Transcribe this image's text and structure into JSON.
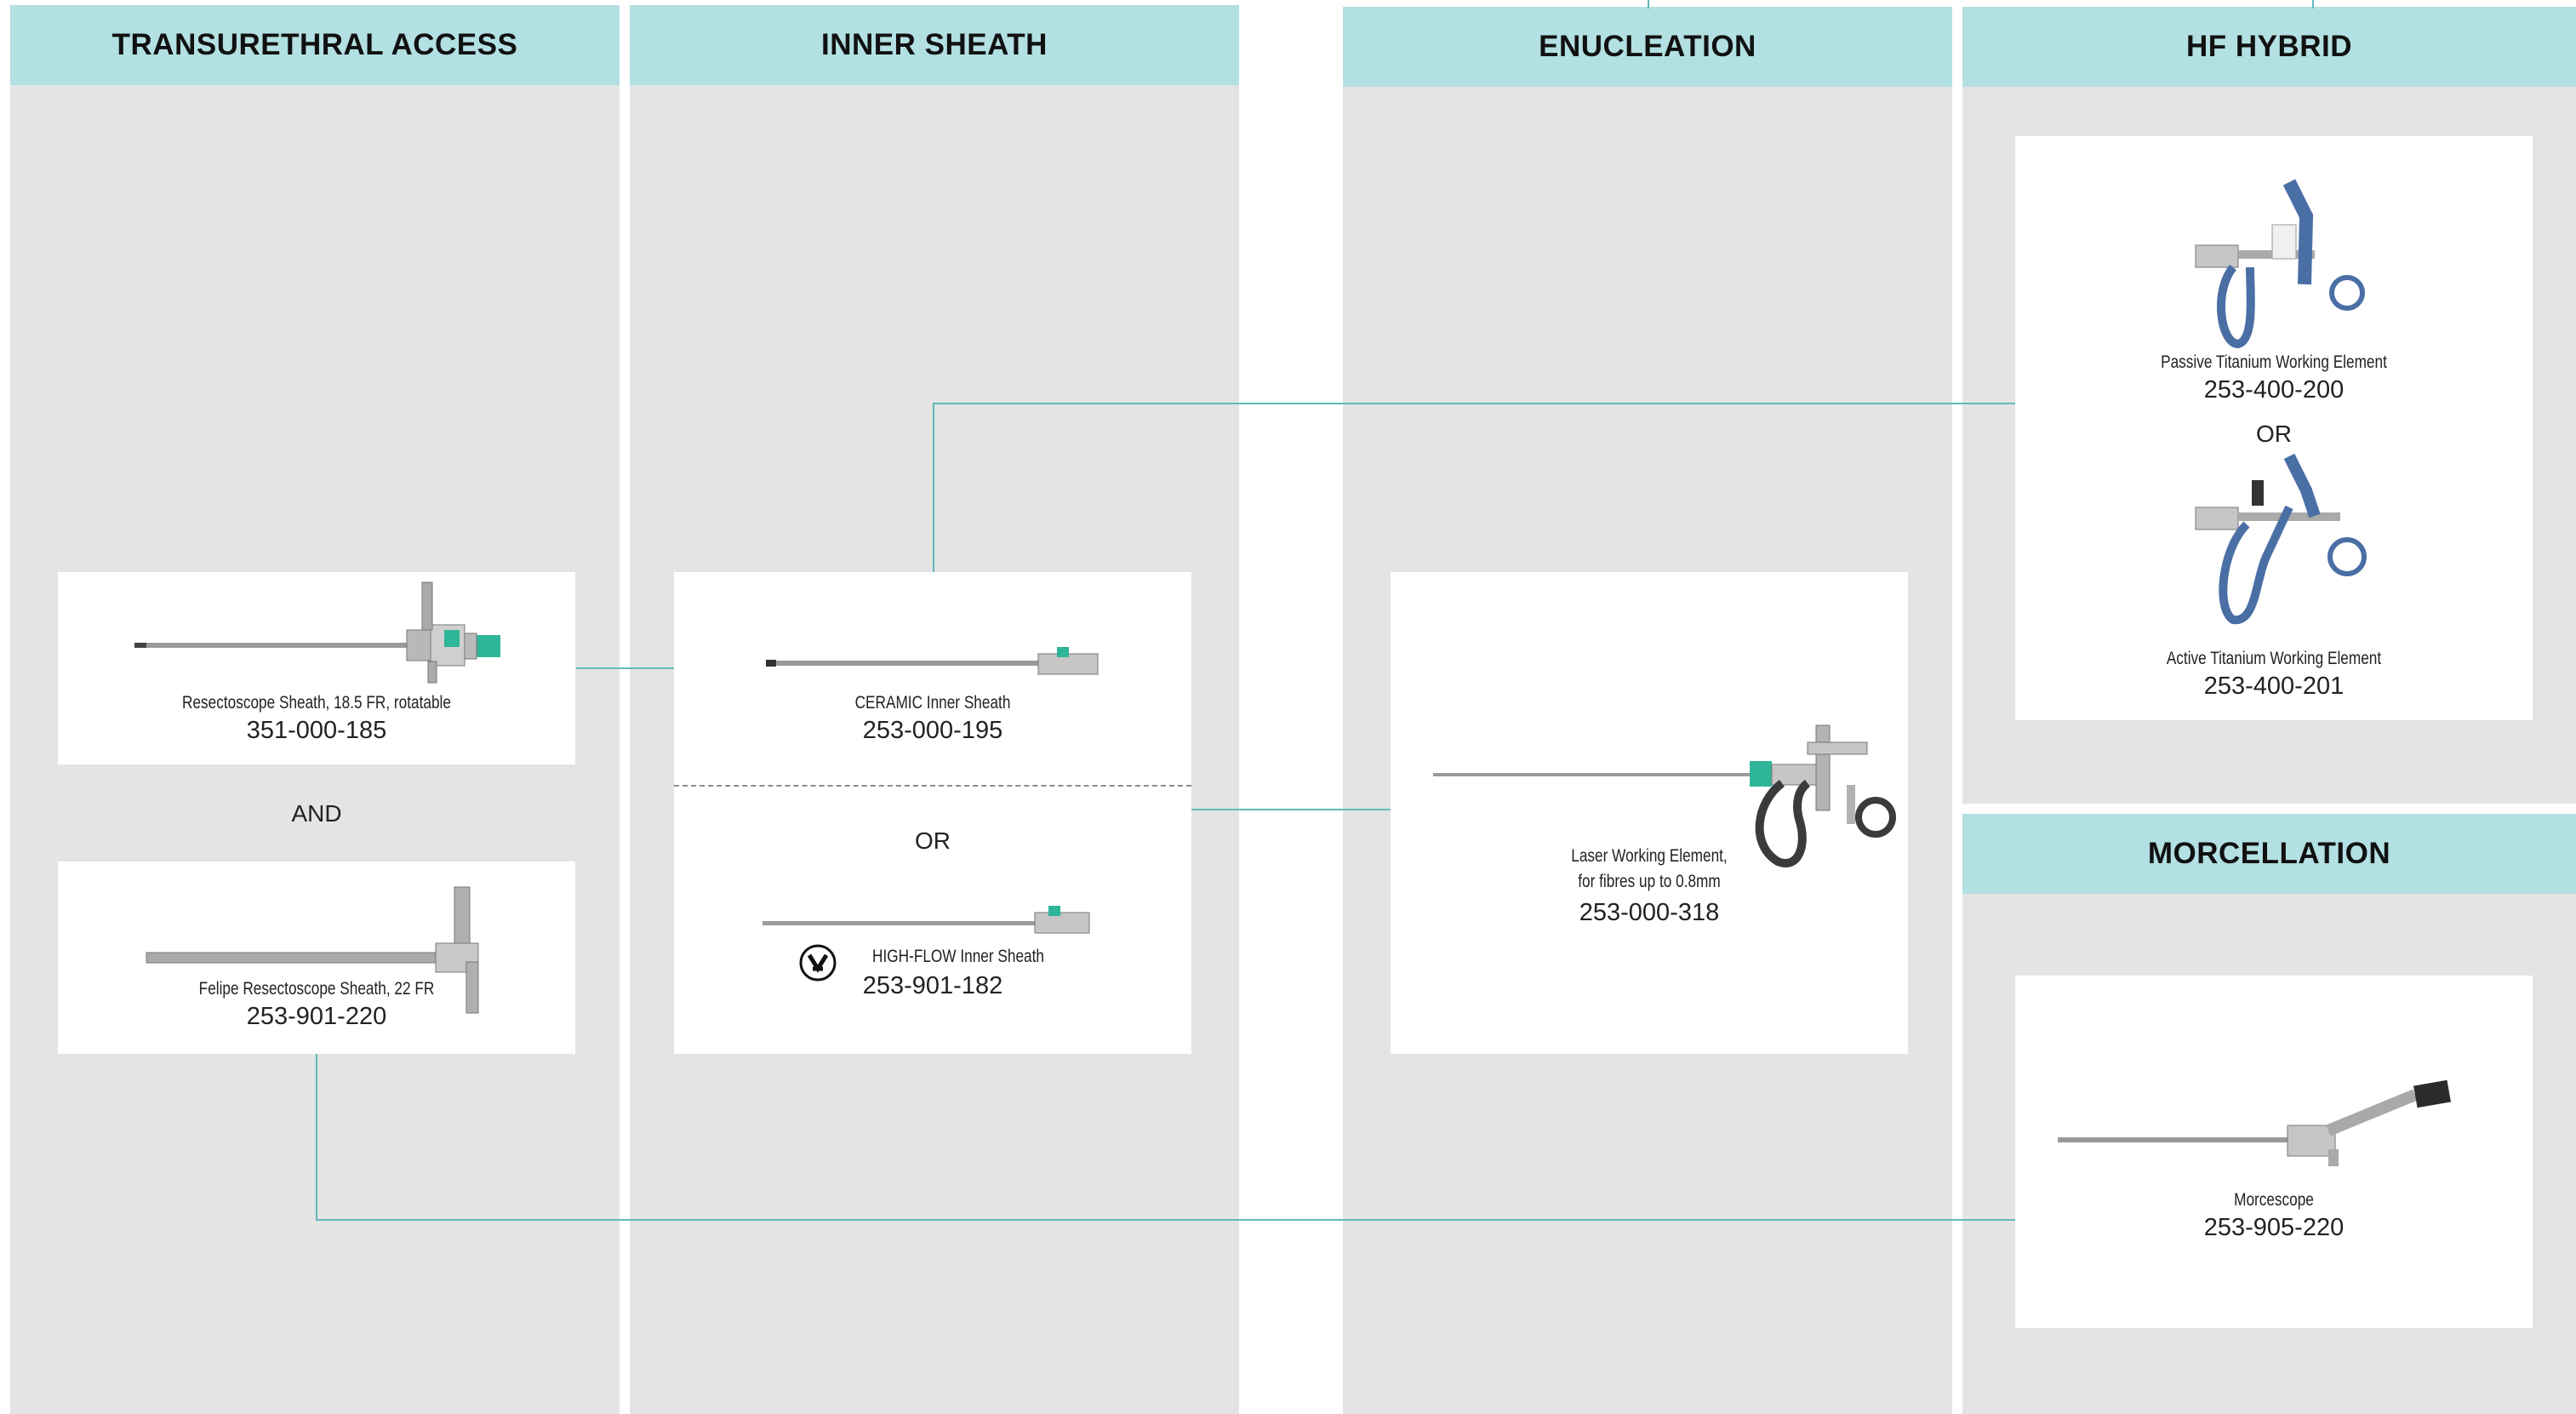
{
  "columns": {
    "transurethral_access": {
      "title": "TRANSURETHRAL ACCESS",
      "items": [
        {
          "name": "Resectoscope Sheath, 18.5 FR, rotatable",
          "code": "351-000-185"
        },
        {
          "name": "Felipe Resectoscope Sheath, 22 FR",
          "code": "253-901-220"
        }
      ],
      "joiner": "AND"
    },
    "inner_sheath": {
      "title": "INNER SHEATH",
      "items": [
        {
          "name": "CERAMIC Inner Sheath",
          "code": "253-000-195"
        },
        {
          "name": "HIGH-FLOW Inner Sheath",
          "code": "253-901-182"
        }
      ],
      "joiner": "OR"
    },
    "enucleation": {
      "title": "ENUCLEATION",
      "items": [
        {
          "name_line1": "Laser Working Element,",
          "name_line2": "for fibres up to 0.8mm",
          "code": "253-000-318"
        }
      ]
    },
    "hf_hybrid": {
      "title": "HF HYBRID",
      "items": [
        {
          "name": "Passive Titanium Working Element",
          "code": "253-400-200"
        },
        {
          "name": "Active Titanium Working Element",
          "code": "253-400-201"
        }
      ],
      "joiner": "OR"
    },
    "morcellation": {
      "title": "MORCELLATION",
      "items": [
        {
          "name": "Morcescope",
          "code": "253-905-220"
        }
      ]
    }
  },
  "colors": {
    "header_bg": "#b3e0e2",
    "panel_bg": "#e3e4e3",
    "connector": "#63b9bd",
    "accent_green": "#2fb59a",
    "titanium_blue": "#4a6fa5"
  },
  "icons": [
    "high-flow-icon"
  ]
}
